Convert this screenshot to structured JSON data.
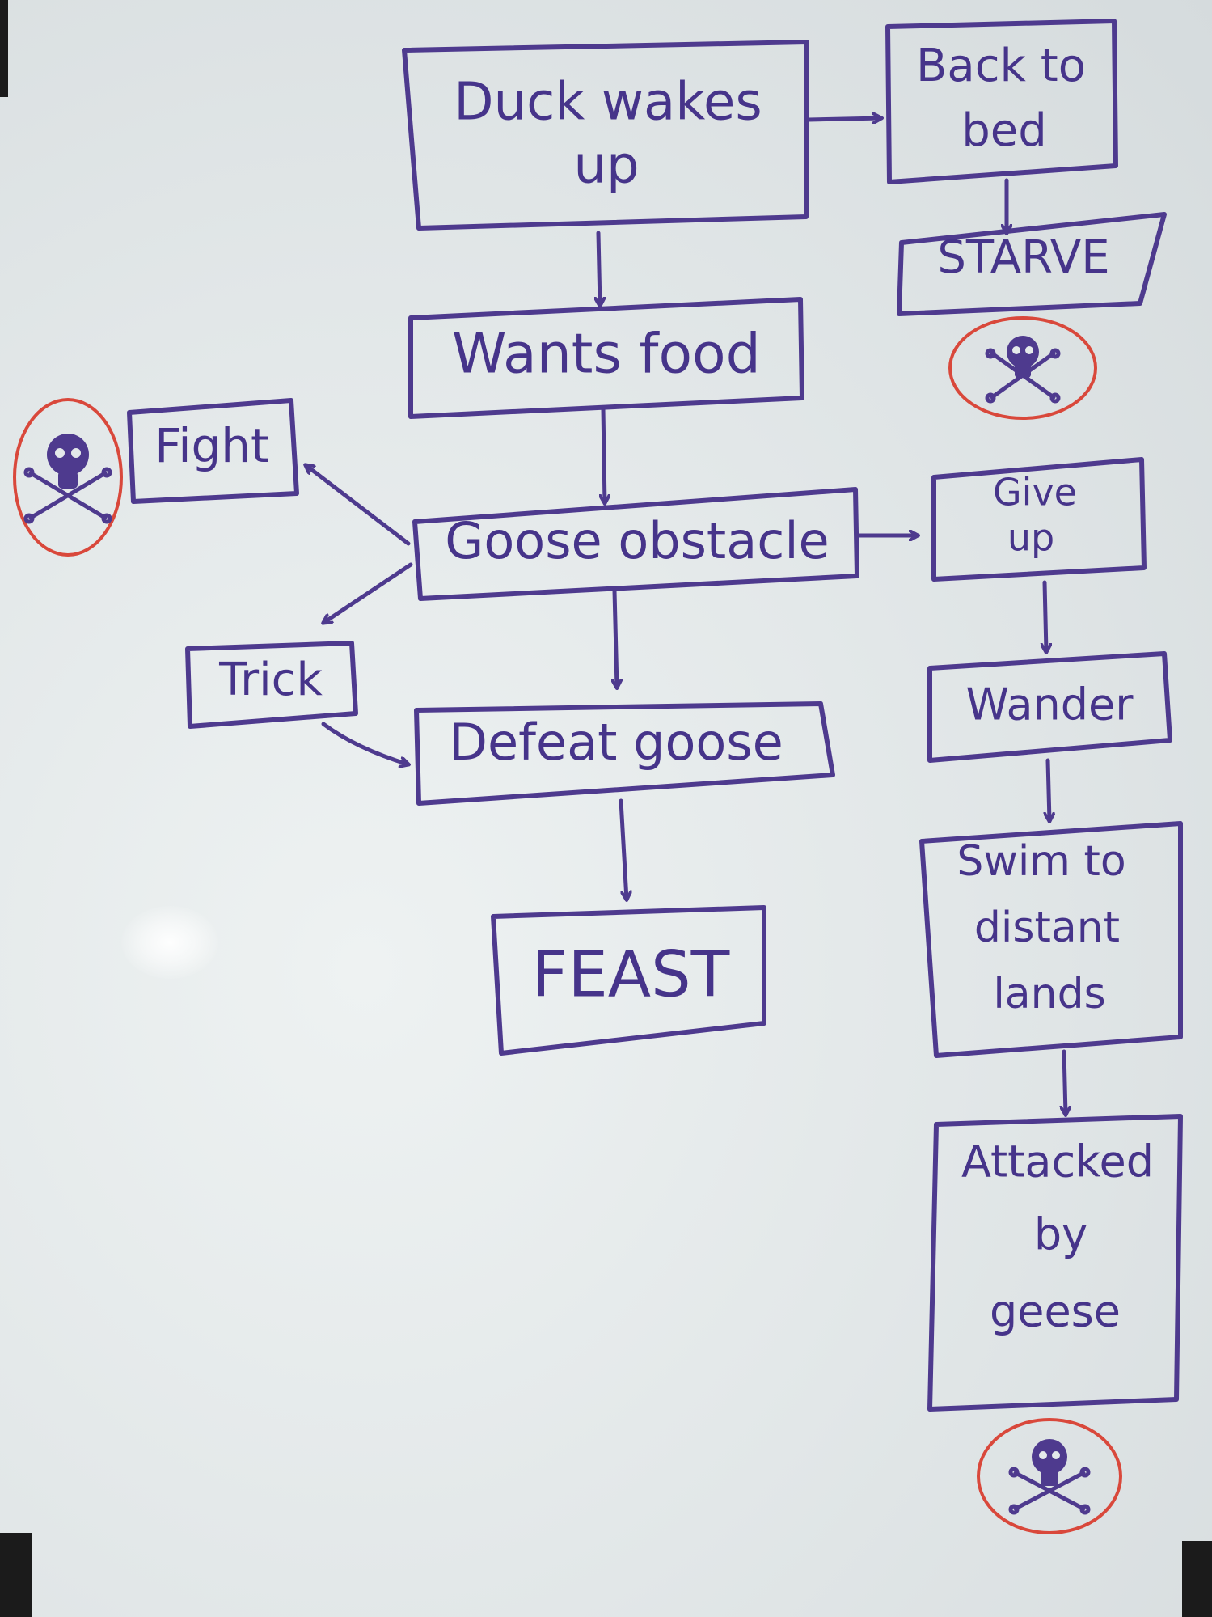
{
  "diagram": {
    "nodes": {
      "duck_wakes_up": [
        "Duck wakes",
        "up"
      ],
      "back_to_bed": [
        "Back to",
        "bed"
      ],
      "starve": [
        "STARVE"
      ],
      "wants_food": [
        "Wants food"
      ],
      "fight": [
        "Fight"
      ],
      "goose_obstacle": [
        "Goose obstacle"
      ],
      "give_up": [
        "Give",
        "up"
      ],
      "trick": [
        "Trick"
      ],
      "defeat_goose": [
        "Defeat goose"
      ],
      "wander": [
        "Wander"
      ],
      "feast": [
        "FEAST"
      ],
      "swim_to_distant_lands": [
        "Swim to",
        "distant",
        "lands"
      ],
      "attacked_by_geese": [
        "Attacked",
        "by",
        "geese"
      ]
    },
    "edges": [
      {
        "from": "duck_wakes_up",
        "to": "back_to_bed"
      },
      {
        "from": "back_to_bed",
        "to": "starve"
      },
      {
        "from": "duck_wakes_up",
        "to": "wants_food"
      },
      {
        "from": "wants_food",
        "to": "goose_obstacle"
      },
      {
        "from": "goose_obstacle",
        "to": "fight"
      },
      {
        "from": "goose_obstacle",
        "to": "trick"
      },
      {
        "from": "goose_obstacle",
        "to": "give_up"
      },
      {
        "from": "goose_obstacle",
        "to": "defeat_goose"
      },
      {
        "from": "trick",
        "to": "defeat_goose"
      },
      {
        "from": "defeat_goose",
        "to": "feast"
      },
      {
        "from": "give_up",
        "to": "wander"
      },
      {
        "from": "wander",
        "to": "swim_to_distant_lands"
      },
      {
        "from": "swim_to_distant_lands",
        "to": "attacked_by_geese"
      }
    ],
    "death_symbols": [
      {
        "name": "skull-crossbones-icon",
        "near": "starve"
      },
      {
        "name": "skull-crossbones-icon",
        "near": "fight"
      },
      {
        "name": "skull-crossbones-icon",
        "near": "attacked_by_geese"
      }
    ],
    "colors": {
      "ink": "#4e3a8e",
      "circle": "#d9483b",
      "board": "#e3e8e9"
    }
  }
}
